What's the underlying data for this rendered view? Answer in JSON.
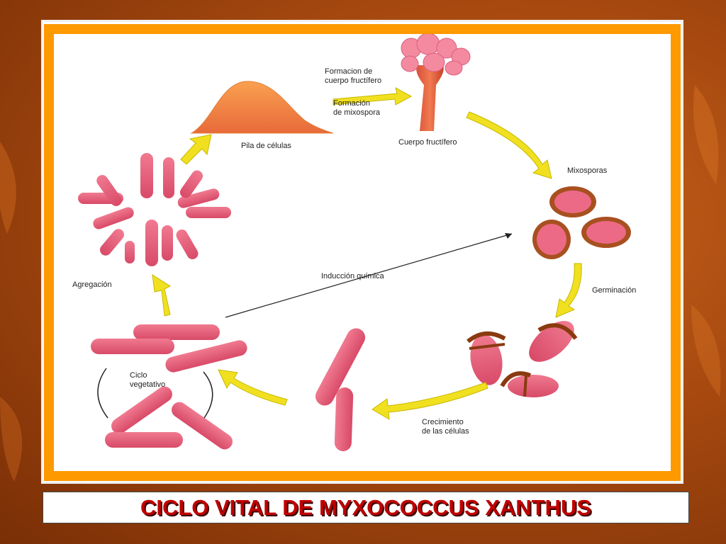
{
  "slide": {
    "title": "CICLO VITAL DE MYXOCOCCUS XANTHUS"
  },
  "labels": {
    "formacion_cuerpo": "Formacion de\ncuerpo fructífero",
    "formacion_mixospora": "Formación\nde mixospora",
    "pila_celulas": "Pila de células",
    "cuerpo_fructifero": "Cuerpo fructífero",
    "mixosporas": "Mixosporas",
    "germinacion": "Germinación",
    "crecimiento": "Crecimiento\nde las células",
    "induccion": "Inducción química",
    "agregacion": "Agregación",
    "ciclo_vegetativo": "Ciclo\nvegetativo"
  },
  "colors": {
    "accent_orange": "#ff9900",
    "cell_pink": "#e8607a",
    "arrow_yellow": "#f0e020",
    "title_red": "#c00000"
  }
}
